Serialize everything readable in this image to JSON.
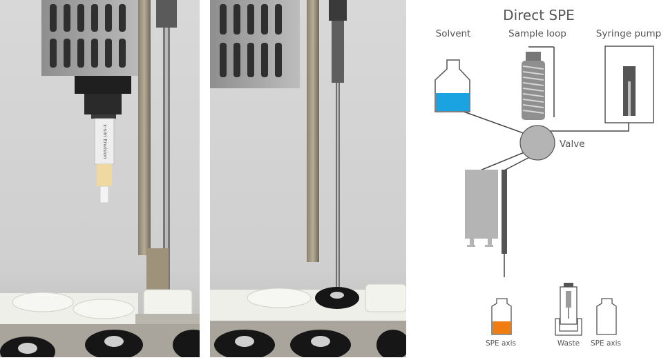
{
  "diagram": {
    "title": "Direct SPE",
    "labels": {
      "solvent": "Solvent",
      "sample_loop": "Sample loop",
      "syringe_pump": "Syringe pump",
      "valve": "Valve"
    },
    "bottom_labels": {
      "spe_axis_left": "SPE axis",
      "waste": "Waste",
      "spe_axis_right": "SPE axis"
    },
    "colors": {
      "solvent_fill": "#1aa3e0",
      "spe_fill": "#f07d12",
      "outline": "#555555",
      "block": "#b4b4b4",
      "line": "#444444"
    }
  },
  "photos": {
    "left_cartridge_text": "x-sim Envision"
  }
}
